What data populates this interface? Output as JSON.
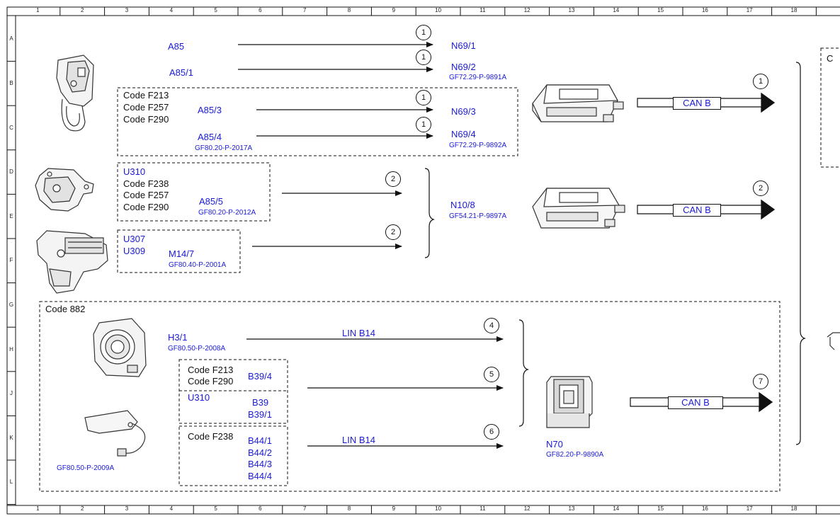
{
  "grid": {
    "columns": [
      "1",
      "2",
      "3",
      "4",
      "5",
      "6",
      "7",
      "8",
      "9",
      "10",
      "11",
      "12",
      "13",
      "14",
      "15",
      "16",
      "17",
      "18"
    ],
    "rows": [
      "A",
      "B",
      "C",
      "D",
      "E",
      "F",
      "G",
      "H",
      "J",
      "K",
      "L"
    ]
  },
  "labels": {
    "a85": "A85",
    "a85_1": "A85/1",
    "a85_3": "A85/3",
    "a85_4": "A85/4",
    "ref_a85_4": "GF80.20-P-2017A",
    "n69_1": "N69/1",
    "n69_2": "N69/2",
    "ref_n69_2": "GF72.29-P-9891A",
    "n69_3": "N69/3",
    "n69_4": "N69/4",
    "ref_n69_4": "GF72.29-P-9892A",
    "code_f213": "Code F213",
    "code_f257": "Code F257",
    "code_f290": "Code F290",
    "u310": "U310",
    "code_f238": "Code F238",
    "code_f257b": "Code F257",
    "code_f290b": "Code F290",
    "a85_5": "A85/5",
    "ref_a85_5": "GF80.20-P-2012A",
    "u307": "U307",
    "u309": "U309",
    "m14_7": "M14/7",
    "ref_m14_7": "GF80.40-P-2001A",
    "n10_8": "N10/8",
    "ref_n10_8": "GF54.21-P-9897A",
    "code_882": "Code 882",
    "h3_1": "H3/1",
    "ref_h3_1": "GF80.50-P-2008A",
    "lin_b14_top": "LIN B14",
    "code_f213b": "Code F213",
    "code_f290c": "Code F290",
    "b39_4": "B39/4",
    "u310b": "U310",
    "b39": "B39",
    "b39_1": "B39/1",
    "code_f238b": "Code F238",
    "b44_1": "B44/1",
    "b44_2": "B44/2",
    "b44_3": "B44/3",
    "b44_4": "B44/4",
    "lin_b14_bottom": "LIN B14",
    "ref_sensor": "GF80.50-P-2009A",
    "n70": "N70",
    "ref_n70": "GF82.20-P-9890A",
    "can_b_1": "CAN B",
    "can_b_2": "CAN B",
    "can_b_3": "CAN B",
    "edge_c": "C"
  },
  "markers": {
    "m1a": "1",
    "m1b": "1",
    "m1c": "1",
    "m1d": "1",
    "m1e": "1",
    "m2a": "2",
    "m2b": "2",
    "m2c": "2",
    "m4": "4",
    "m5": "5",
    "m6": "6",
    "m7": "7"
  },
  "colors": {
    "label_blue": "#1a1ad6",
    "line": "#111111"
  }
}
